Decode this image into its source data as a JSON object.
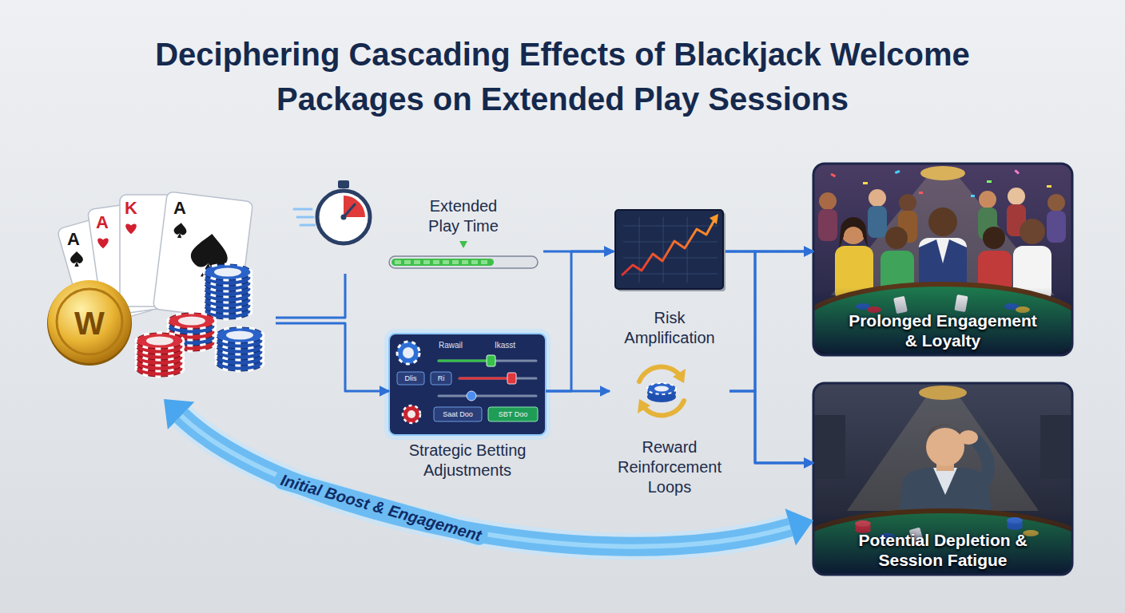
{
  "diagram": {
    "title": "Deciphering Cascading Effects of Blackjack Welcome Packages on Extended Play Sessions",
    "nodes": [
      {
        "text": [
          "W"
        ]
      },
      {
        "text": [
          "Extended Play Time"
        ]
      },
      {
        "text": [
          "Rawail",
          "Ikasst",
          "Dlis",
          "Ri",
          "Saat Doo",
          "SBT Doo",
          "Strategic Betting Adjustments"
        ]
      },
      {
        "text": [
          "Risk Amplification"
        ]
      },
      {
        "text": [
          "Reward Reinforcement Loops"
        ]
      },
      {
        "text": [
          "Prolonged Engagement & Loyalty"
        ]
      },
      {
        "text": [
          "Potential Depletion & Session Fatigue"
        ]
      }
    ],
    "edges": [
      {
        "from": 0,
        "to": 1,
        "arrow": "none"
      },
      {
        "from": 0,
        "to": 2,
        "arrow": "to"
      },
      {
        "from": 1,
        "to": 3,
        "arrow": "to"
      },
      {
        "from": 2,
        "to": 3,
        "arrow": "to"
      },
      {
        "from": 2,
        "to": 4,
        "arrow": "to"
      },
      {
        "from": 3,
        "to": 5,
        "arrow": "to"
      },
      {
        "from": 3,
        "to": 6,
        "arrow": "to"
      },
      {
        "from": 4,
        "to": 5,
        "arrow": "to"
      },
      {
        "from": 4,
        "to": 6,
        "arrow": "to"
      },
      {
        "from": 0,
        "to": 6,
        "label": "Initial Boost & Engagement",
        "arrow": "both"
      }
    ],
    "labels": [
      "A",
      "A",
      "K",
      "A"
    ]
  }
}
